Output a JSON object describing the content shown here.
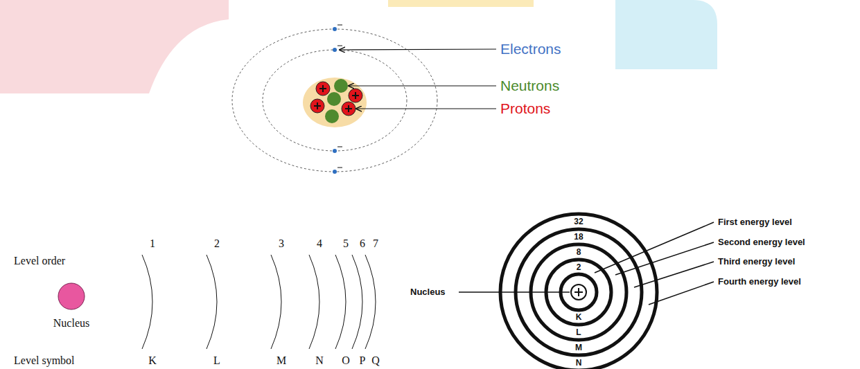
{
  "diagram": {
    "labels": [
      "Electrons",
      "Neutrons",
      "Protons",
      "Level order",
      "1",
      "2",
      "3",
      "4",
      "5",
      "6",
      "7",
      "Nucleus",
      "Level symbol",
      "K",
      "L",
      "M",
      "N",
      "O",
      "P",
      "Q",
      "32",
      "18",
      "8",
      "2",
      "Nucleus",
      "First energy level",
      "Second energy level",
      "Third energy level",
      "Fourth energy level",
      "K",
      "L",
      "M",
      "N"
    ]
  }
}
